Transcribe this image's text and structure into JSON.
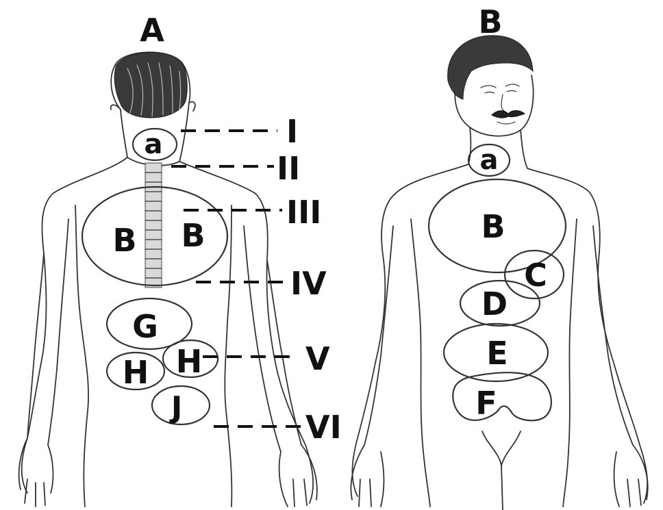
{
  "figures": {
    "back": {
      "title": "A",
      "zones": [
        {
          "id": "a",
          "label": "a"
        },
        {
          "id": "B_left",
          "label": "B"
        },
        {
          "id": "B_right",
          "label": "B"
        },
        {
          "id": "G",
          "label": "G"
        },
        {
          "id": "H_left",
          "label": "H"
        },
        {
          "id": "H_right",
          "label": "H"
        },
        {
          "id": "J",
          "label": "J"
        }
      ],
      "levels": [
        {
          "id": "I",
          "label": "I"
        },
        {
          "id": "II",
          "label": "II"
        },
        {
          "id": "III",
          "label": "III"
        },
        {
          "id": "IV",
          "label": "IV"
        },
        {
          "id": "V",
          "label": "V"
        },
        {
          "id": "VI",
          "label": "VI"
        }
      ]
    },
    "front": {
      "title": "B",
      "zones": [
        {
          "id": "a",
          "label": "a"
        },
        {
          "id": "B",
          "label": "B"
        },
        {
          "id": "C",
          "label": "C"
        },
        {
          "id": "D",
          "label": "D"
        },
        {
          "id": "E",
          "label": "E"
        },
        {
          "id": "F",
          "label": "F"
        }
      ]
    }
  }
}
